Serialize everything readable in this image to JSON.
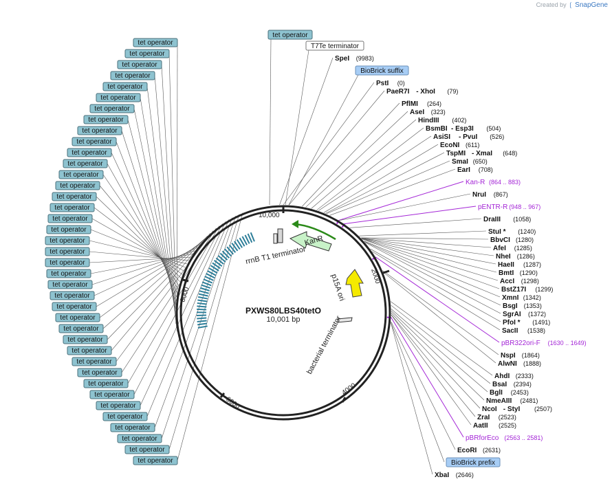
{
  "credit": {
    "prefix": "Created by",
    "brand": "SnapGene"
  },
  "plasmid": {
    "name": "PXWS80LBS40tetO",
    "length_label": "10,001 bp",
    "length": 10001
  },
  "ticks": [
    "10,000",
    "2000",
    "4000",
    "6000",
    "8000"
  ],
  "colors": {
    "operator_fill": "#8ec3d0",
    "suffix_fill": "#a7cdf5",
    "kanr_fill": "#c8f2c8",
    "ori_fill": "#f5ea00",
    "primer": "#a324d6",
    "leader": "#555555"
  },
  "features": {
    "kanr": "KanR",
    "rrnb": "rrnB T1 terminator",
    "p15a": "p15A ori",
    "bact": "bacterial terminator"
  },
  "operators": {
    "label": "tet operator",
    "count": 39
  },
  "top_labels": [
    {
      "text": "tet operator",
      "kind": "op"
    },
    {
      "text": "T7Te terminator",
      "kind": "term"
    },
    {
      "text": "BioBrick suffix",
      "kind": "suffix"
    }
  ],
  "sites": [
    {
      "name": "SpeI",
      "pos": "(9983)"
    },
    {
      "name": "PstI",
      "pos": "(0)"
    },
    {
      "name": "PaeR7I",
      "name2": "- XhoI",
      "pos": "(79)"
    },
    {
      "name": "PflMI",
      "pos": "(264)"
    },
    {
      "name": "AseI",
      "pos": "(323)"
    },
    {
      "name": "HindIII",
      "pos": "(402)"
    },
    {
      "name": "BsmBI",
      "name2": "- Esp3I",
      "pos": "(504)"
    },
    {
      "name": "AsiSI",
      "name2": "- PvuI",
      "pos": "(526)"
    },
    {
      "name": "EcoNI",
      "pos": "(611)"
    },
    {
      "name": "TspMI",
      "name2": "- XmaI",
      "pos": "(648)"
    },
    {
      "name": "SmaI",
      "pos": "(650)"
    },
    {
      "name": "EarI",
      "pos": "(708)"
    },
    {
      "name": "Kan-R",
      "pos": "(864 .. 883)",
      "primer": true
    },
    {
      "name": "NruI",
      "pos": "(867)"
    },
    {
      "name": "pENTR-R",
      "pos": "(948 .. 967)",
      "primer": true
    },
    {
      "name": "DraIII",
      "pos": "(1058)"
    },
    {
      "name": "StuI *",
      "pos": "(1240)"
    },
    {
      "name": "BbvCI",
      "pos": "(1280)"
    },
    {
      "name": "AfeI",
      "pos": "(1285)"
    },
    {
      "name": "NheI",
      "pos": "(1286)"
    },
    {
      "name": "HaeII",
      "pos": "(1287)"
    },
    {
      "name": "BmtI",
      "pos": "(1290)"
    },
    {
      "name": "AccI",
      "pos": "(1298)"
    },
    {
      "name": "BstZ17I",
      "pos": "(1299)"
    },
    {
      "name": "XmnI",
      "pos": "(1342)"
    },
    {
      "name": "BsgI",
      "pos": "(1353)"
    },
    {
      "name": "SgrAI",
      "pos": "(1372)"
    },
    {
      "name": "PfoI *",
      "pos": "(1491)"
    },
    {
      "name": "SacII",
      "pos": "(1538)"
    },
    {
      "name": "pBR322ori-F",
      "pos": "(1630 .. 1649)",
      "primer": true
    },
    {
      "name": "NspI",
      "pos": "(1864)"
    },
    {
      "name": "AlwNI",
      "pos": "(1888)"
    },
    {
      "name": "AhdI",
      "pos": "(2333)"
    },
    {
      "name": "BsaI",
      "pos": "(2394)"
    },
    {
      "name": "BglI",
      "pos": "(2453)"
    },
    {
      "name": "NmeAIII",
      "pos": "(2481)"
    },
    {
      "name": "NcoI",
      "name2": "- StyI",
      "pos": "(2507)"
    },
    {
      "name": "ZraI",
      "pos": "(2523)"
    },
    {
      "name": "AatII",
      "pos": "(2525)"
    },
    {
      "name": "pBRforEco",
      "pos": "(2563 .. 2581)",
      "primer": true
    },
    {
      "name": "EcoRI",
      "pos": "(2631)"
    },
    {
      "name": "BioBrick prefix",
      "box": true
    },
    {
      "name": "XbaI",
      "pos": "(2646)"
    }
  ]
}
